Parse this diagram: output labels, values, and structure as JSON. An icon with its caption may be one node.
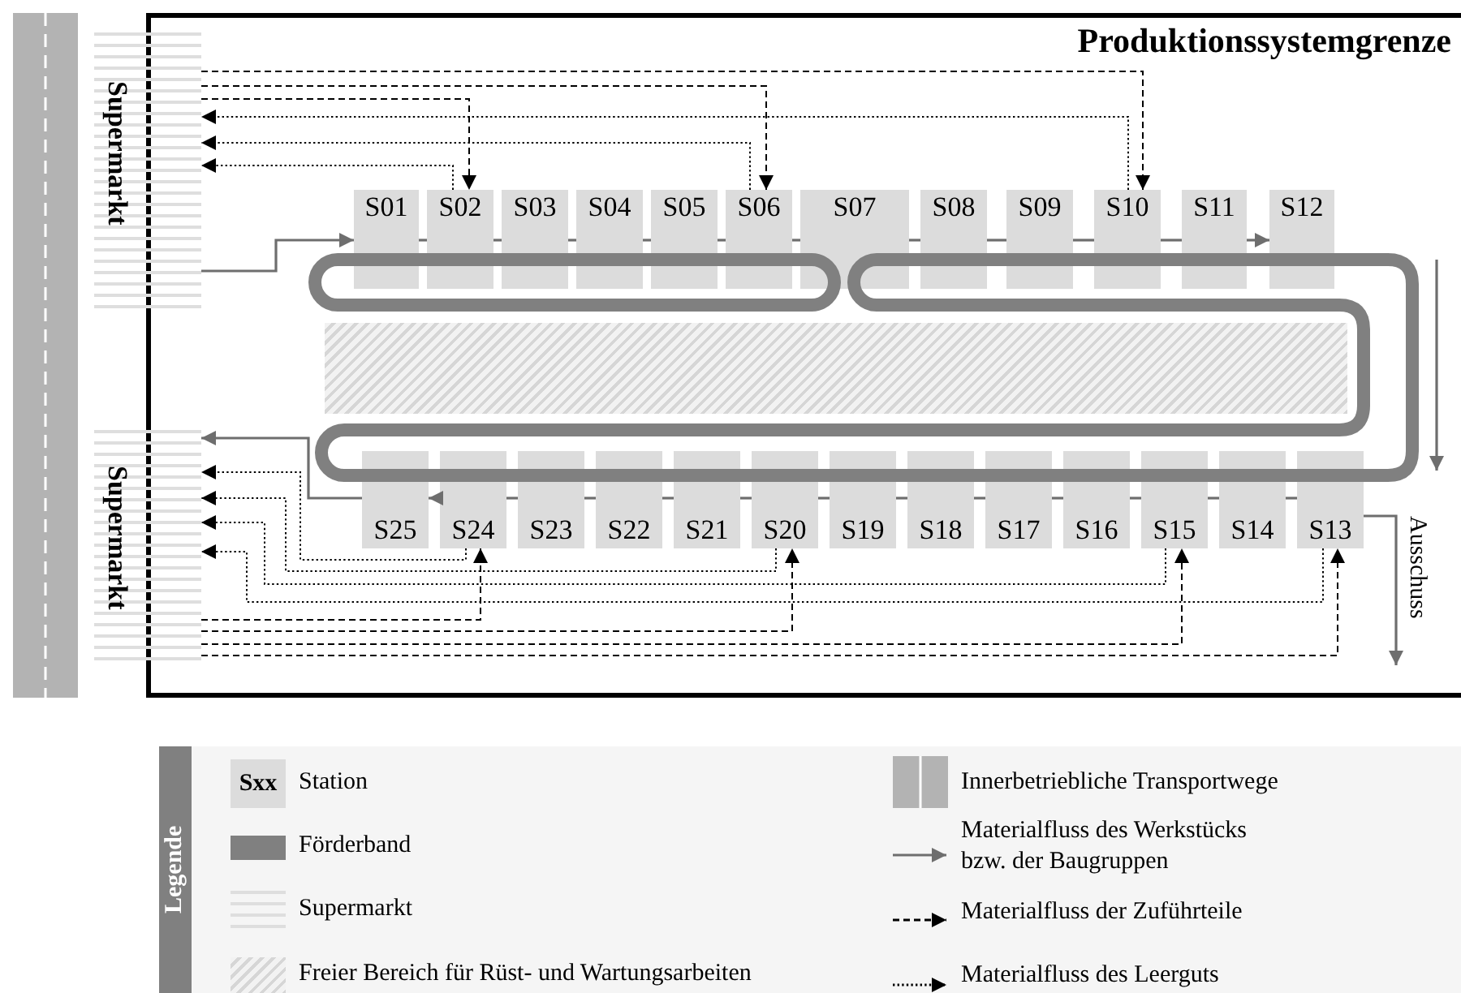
{
  "diagram": {
    "nodes": [
      {
        "text": [
          "Produktionssystemgrenze"
        ]
      },
      {
        "text": [
          "Supermarkt"
        ]
      },
      {
        "text": [
          "S01"
        ],
        "in": 0
      },
      {
        "text": [
          "S02"
        ],
        "in": 0
      },
      {
        "text": [
          "S03"
        ],
        "in": 0
      },
      {
        "text": [
          "S04"
        ],
        "in": 0
      },
      {
        "text": [
          "S05"
        ],
        "in": 0
      },
      {
        "text": [
          "S06"
        ],
        "in": 0
      },
      {
        "text": [
          "S07"
        ],
        "in": 0
      },
      {
        "text": [
          "S08"
        ],
        "in": 0
      },
      {
        "text": [
          "S09"
        ],
        "in": 0
      },
      {
        "text": [
          "S10"
        ],
        "in": 0
      },
      {
        "text": [
          "S11"
        ],
        "in": 0
      },
      {
        "text": [
          "S12"
        ],
        "in": 0
      },
      {
        "text": [
          "S25"
        ],
        "in": 0
      },
      {
        "text": [
          "S24"
        ],
        "in": 0
      },
      {
        "text": [
          "S23"
        ],
        "in": 0
      },
      {
        "text": [
          "S22"
        ],
        "in": 0
      },
      {
        "text": [
          "S21"
        ],
        "in": 0
      },
      {
        "text": [
          "S20"
        ],
        "in": 0
      },
      {
        "text": [
          "S19"
        ],
        "in": 0
      },
      {
        "text": [
          "S18"
        ],
        "in": 0
      },
      {
        "text": [
          "S17"
        ],
        "in": 0
      },
      {
        "text": [
          "S16"
        ],
        "in": 0
      },
      {
        "text": [
          "S15"
        ],
        "in": 0
      },
      {
        "text": [
          "S14"
        ],
        "in": 0
      },
      {
        "text": [
          "S13"
        ],
        "in": 0
      },
      {
        "text": [
          "Supermarkt"
        ]
      },
      {
        "text": [],
        "shape": "box",
        "in": 0
      }
    ],
    "edges": [
      {
        "from": 1,
        "to": 2,
        "arrow": "to"
      },
      {
        "from": 2,
        "to": 3,
        "arrow": "none"
      },
      {
        "from": 3,
        "to": 4,
        "arrow": "none"
      },
      {
        "from": 4,
        "to": 5,
        "arrow": "none"
      },
      {
        "from": 5,
        "to": 6,
        "arrow": "none"
      },
      {
        "from": 6,
        "to": 7,
        "arrow": "none"
      },
      {
        "from": 7,
        "to": 8,
        "arrow": "none"
      },
      {
        "from": 8,
        "to": 9,
        "arrow": "none"
      },
      {
        "from": 9,
        "to": 10,
        "arrow": "none"
      },
      {
        "from": 10,
        "to": 11,
        "arrow": "none"
      },
      {
        "from": 11,
        "to": 12,
        "arrow": "none"
      },
      {
        "from": 12,
        "to": 13,
        "arrow": "to"
      },
      {
        "from": 26,
        "to": 25,
        "arrow": "none"
      },
      {
        "from": 25,
        "to": 24,
        "arrow": "none"
      },
      {
        "from": 24,
        "to": 23,
        "arrow": "none"
      },
      {
        "from": 23,
        "to": 22,
        "arrow": "none"
      },
      {
        "from": 22,
        "to": 21,
        "arrow": "none"
      },
      {
        "from": 21,
        "to": 20,
        "arrow": "none"
      },
      {
        "from": 20,
        "to": 19,
        "arrow": "none"
      },
      {
        "from": 19,
        "to": 18,
        "arrow": "none"
      },
      {
        "from": 18,
        "to": 17,
        "arrow": "none"
      },
      {
        "from": 17,
        "to": 16,
        "arrow": "none"
      },
      {
        "from": 16,
        "to": 15,
        "arrow": "none"
      },
      {
        "from": 15,
        "to": 14,
        "arrow": "to"
      },
      {
        "from": 14,
        "to": 27,
        "arrow": "to"
      },
      {
        "from": 26,
        "to": null,
        "arrow": "to",
        "label": "Ausschuss"
      },
      {
        "from": 1,
        "to": 3,
        "arrow": "to",
        "style": "dashed",
        "color": "#000000"
      },
      {
        "from": 1,
        "to": 7,
        "arrow": "to",
        "style": "dashed",
        "color": "#000000"
      },
      {
        "from": 1,
        "to": 11,
        "arrow": "to",
        "style": "dashed",
        "color": "#000000"
      },
      {
        "from": 3,
        "to": 1,
        "arrow": "to",
        "style": "dashed",
        "color": "#000000"
      },
      {
        "from": 7,
        "to": 1,
        "arrow": "to",
        "style": "dashed",
        "color": "#000000"
      },
      {
        "from": 11,
        "to": 1,
        "arrow": "to",
        "style": "dashed",
        "color": "#000000"
      },
      {
        "from": 15,
        "to": 27,
        "arrow": "to",
        "style": "dashed",
        "color": "#000000"
      },
      {
        "from": 19,
        "to": 27,
        "arrow": "to",
        "style": "dashed",
        "color": "#000000"
      },
      {
        "from": 24,
        "to": 27,
        "arrow": "to",
        "style": "dashed",
        "color": "#000000"
      },
      {
        "from": 26,
        "to": 27,
        "arrow": "to",
        "style": "dashed",
        "color": "#000000"
      },
      {
        "from": 27,
        "to": 15,
        "arrow": "to",
        "style": "dashed",
        "color": "#000000"
      },
      {
        "from": 27,
        "to": 19,
        "arrow": "to",
        "style": "dashed",
        "color": "#000000"
      },
      {
        "from": 27,
        "to": 24,
        "arrow": "to",
        "style": "dashed",
        "color": "#000000"
      },
      {
        "from": 27,
        "to": 26,
        "arrow": "to",
        "style": "dashed",
        "color": "#000000"
      }
    ],
    "labels": [
      "Legende",
      "Sxx"
    ],
    "legend": [
      {
        "text": "Station",
        "color": "#dcdcdc"
      },
      {
        "text": "Förderband",
        "color": "#808080"
      },
      {
        "text": "Supermarkt"
      },
      {
        "text": "Freier Bereich für Rüst- und Wartungsarbeiten"
      },
      {
        "text": "Innerbetriebliche Transportwege"
      },
      {
        "text": "Materialfluss des Werkstücks bzw. der Baugruppen"
      },
      {
        "text": "Materialfluss der Zuführteile"
      },
      {
        "text": "Materialfluss des Leerguts"
      }
    ]
  }
}
